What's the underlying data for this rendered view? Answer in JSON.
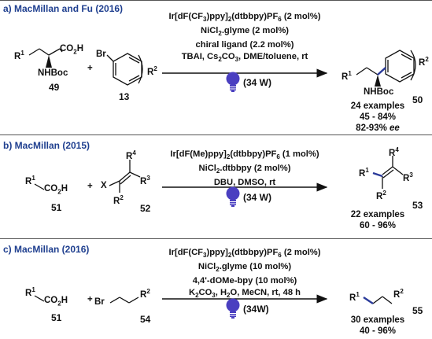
{
  "panels": [
    {
      "header": "a) MacMillan and Fu (2016)",
      "conditions": [
        "Ir[dF(CF<sub>3</sub>)ppy]<sub>2</sub>(dtbbpy)PF<sub>6</sub> (2 mol%)",
        "NiCl<sub>2</sub>.glyme (2 mol%)",
        "chiral ligand (2.2 mol%)",
        "TBAI, Cs<sub>2</sub>CO<sub>3</sub>, DME/toluene, rt"
      ],
      "light": "(34 W)",
      "reactant1": {
        "r1": "R<sup>1</sup>",
        "acid": "CO<sub>2</sub>H",
        "nh": "NHBoc",
        "num": "49"
      },
      "reactant2": {
        "br": "Br",
        "r2": "R<sup>2</sup>",
        "num": "13"
      },
      "product": {
        "r1": "R<sup>1</sup>",
        "r2": "R<sup>2</sup>",
        "nh": "NHBoc",
        "num": "50"
      },
      "results": [
        "24 examples",
        "45 - 84%",
        "82-93% <i>ee</i>"
      ]
    },
    {
      "header": "b) MacMillan (2015)",
      "conditions": [
        "Ir[dF(Me)ppy]<sub>2</sub>(dtbbpy)PF<sub>6</sub> (1 mol%)",
        "NiCl<sub>2</sub>.dtbbpy (2 mol%)",
        "DBU, DMSO, rt"
      ],
      "light": "(34 W)",
      "reactant1": {
        "r1": "R<sup>1</sup>",
        "acid": "CO<sub>2</sub>H",
        "num": "51"
      },
      "reactant2": {
        "x": "X",
        "r4": "R<sup>4</sup>",
        "r3": "R<sup>3</sup>",
        "r2": "R<sup>2</sup>",
        "num": "52"
      },
      "product": {
        "r1": "R<sup>1</sup>",
        "r4": "R<sup>4</sup>",
        "r3": "R<sup>3</sup>",
        "r2": "R<sup>2</sup>",
        "num": "53"
      },
      "results": [
        "22 examples",
        "60 - 96%"
      ]
    },
    {
      "header": "c) MacMillan (2016)",
      "conditions": [
        "Ir[dF(CF<sub>3</sub>)ppy]<sub>2</sub>(dtbbpy)PF<sub>6</sub> (2 mol%)",
        "NiCl<sub>2</sub>.glyme (10 mol%)",
        "4,4'-dOMe-bpy (10 mol%)",
        "K<sub>2</sub>CO<sub>3</sub>, H<sub>2</sub>O, MeCN, rt, 48 h"
      ],
      "light": "(34W)",
      "reactant1": {
        "r1": "R<sup>1</sup>",
        "acid": "CO<sub>2</sub>H",
        "num": "51"
      },
      "reactant2": {
        "br": "Br",
        "r2": "R<sup>2</sup>",
        "num": "54"
      },
      "product": {
        "r1": "R<sup>1</sup>",
        "r2": "R<sup>2</sup>",
        "num": "55"
      },
      "results": [
        "30 examples",
        "40 - 96%"
      ]
    }
  ],
  "plus": "+",
  "colors": {
    "header": "#1f3f8f",
    "bulb": "#4a3fc0",
    "bond": "#2a3a9a"
  }
}
